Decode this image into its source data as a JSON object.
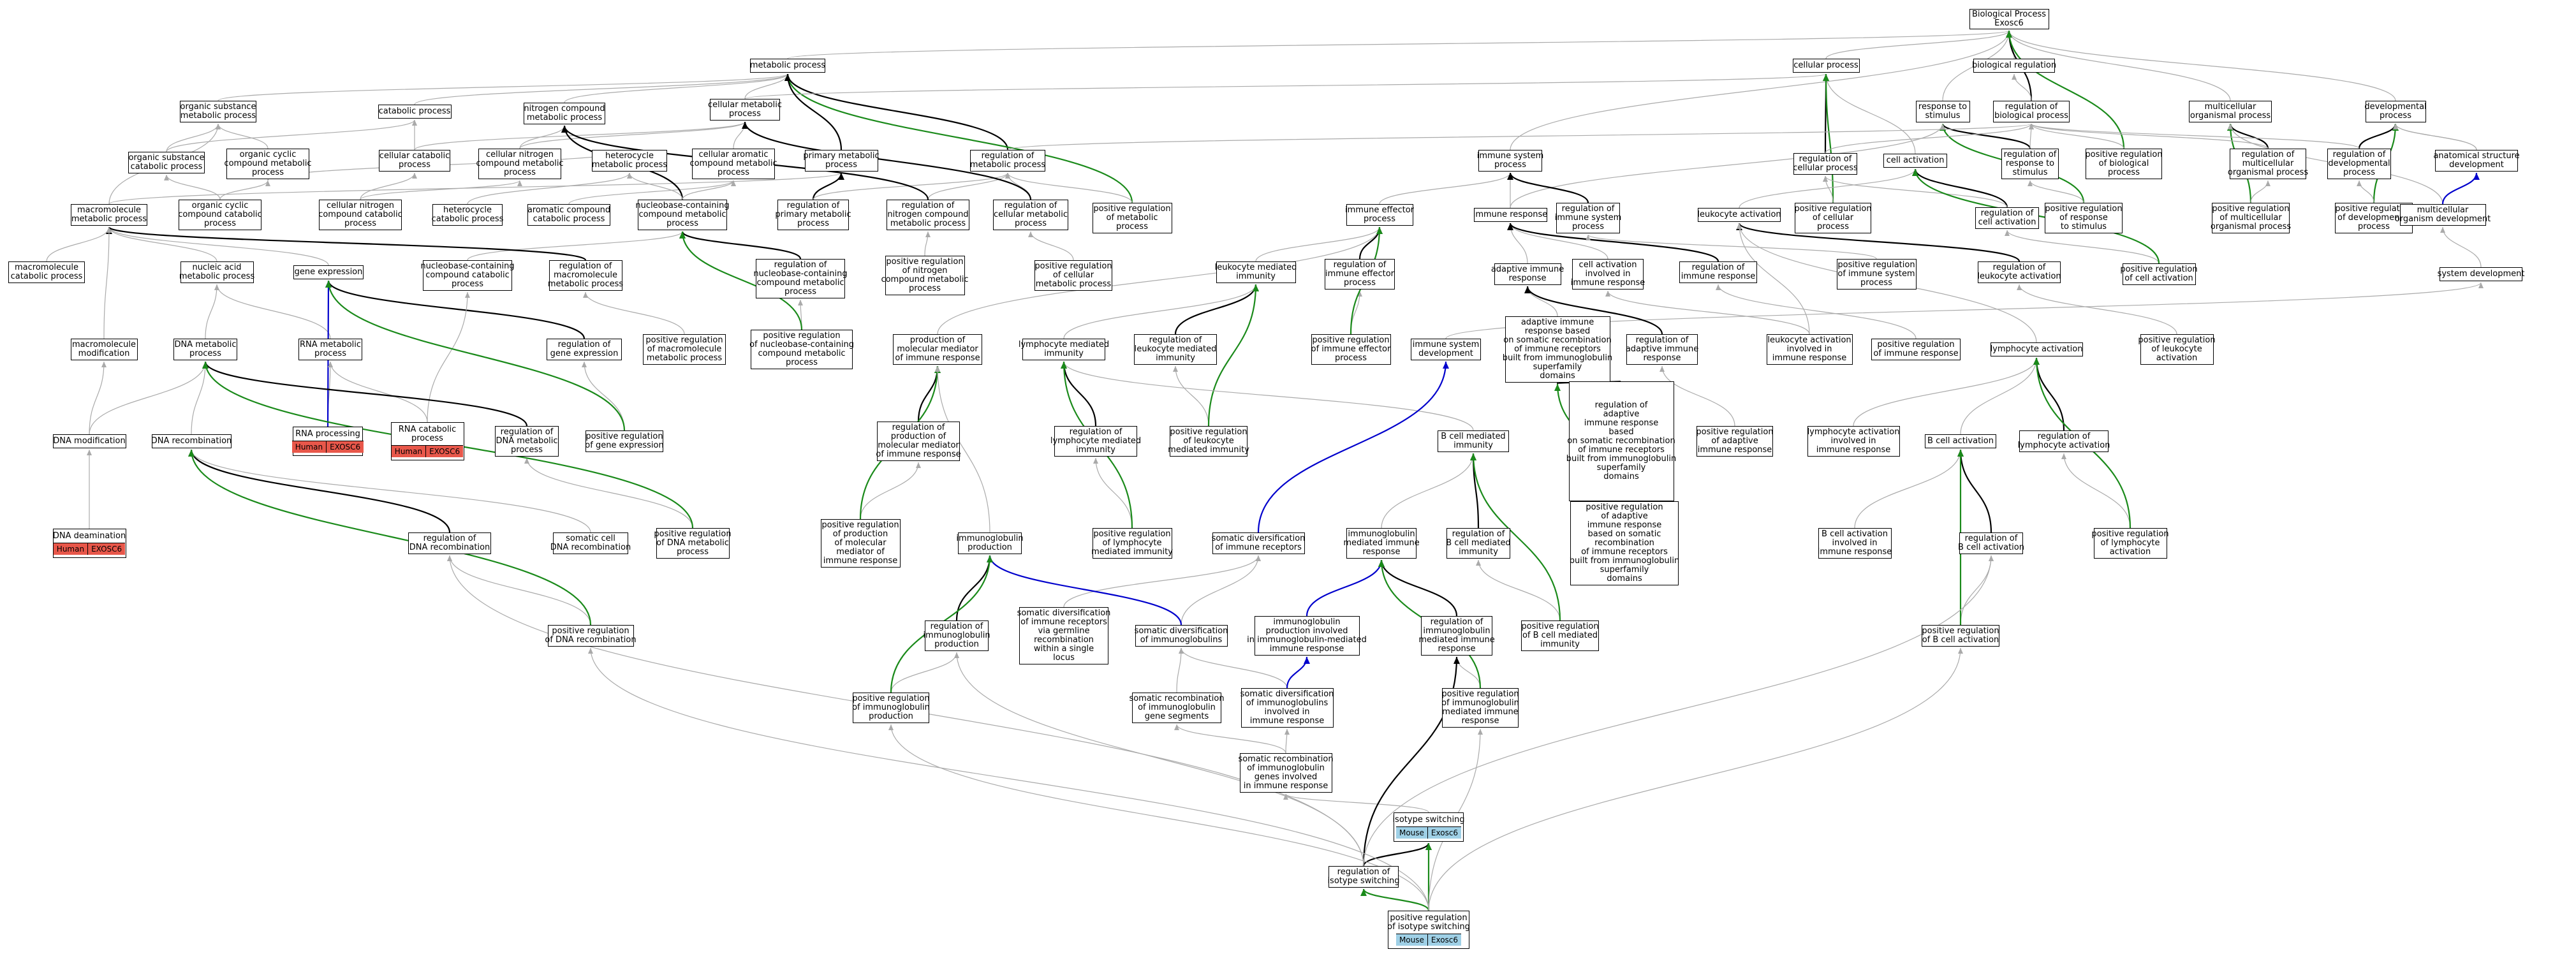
{
  "colors": {
    "grey_edge": "#aaaaaa",
    "black_edge": "#000000",
    "green_edge": "#1a8a1a",
    "blue_edge": "#0000cc",
    "human_tag": "#e8574a",
    "mouse_tag": "#9fd0e6"
  },
  "nodes": {
    "biological_process": {
      "label": "Biological Process\nExosc6"
    },
    "metabolic_process": {
      "label": "metabolic process"
    },
    "cellular_process": {
      "label": "cellular process"
    },
    "biological_regulation": {
      "label": "biological regulation"
    },
    "organic_substance_metabolic_process": {
      "label": "organic substance\nmetabolic process"
    },
    "catabolic_process": {
      "label": "catabolic process"
    },
    "nitrogen_compound_metabolic_process": {
      "label": "nitrogen compound\nmetabolic process"
    },
    "cellular_metabolic_process": {
      "label": "cellular metabolic\nprocess"
    },
    "response_to_stimulus": {
      "label": "response to\nstimulus"
    },
    "regulation_of_biological_process": {
      "label": "regulation of\nbiological process"
    },
    "multicellular_organismal_process": {
      "label": "multicellular\norganismal process"
    },
    "developmental_process": {
      "label": "developmental\nprocess"
    },
    "organic_substance_catabolic_process": {
      "label": "organic substance\ncatabolic process"
    },
    "organic_cyclic_compound_metabolic_process": {
      "label": "organic cyclic\ncompound metabolic\nprocess"
    },
    "cellular_catabolic_process": {
      "label": "cellular catabolic\nprocess"
    },
    "cellular_nitrogen_compound_metabolic_process": {
      "label": "cellular nitrogen\ncompound metabolic\nprocess"
    },
    "heterocycle_metabolic_process": {
      "label": "heterocycle\nmetabolic process"
    },
    "cellular_aromatic_compound_metabolic_process": {
      "label": "cellular aromatic\ncompound metabolic\nprocess"
    },
    "primary_metabolic_process": {
      "label": "primary metabolic\nprocess"
    },
    "regulation_of_metabolic_process": {
      "label": "regulation of\nmetabolic process"
    },
    "immune_system_process": {
      "label": "immune system\nprocess"
    },
    "regulation_of_cellular_process": {
      "label": "regulation of\ncellular process"
    },
    "cell_activation": {
      "label": "cell activation"
    },
    "regulation_of_response_to_stimulus": {
      "label": "regulation of\nresponse to\nstimulus"
    },
    "positive_regulation_of_biological_process": {
      "label": "positive regulation\nof biological\nprocess"
    },
    "regulation_of_multicellular_organismal_process": {
      "label": "regulation of\nmulticellular\norganismal process"
    },
    "regulation_of_developmental_process": {
      "label": "regulation of\ndevelopmental\nprocess"
    },
    "anatomical_structure_development": {
      "label": "anatomical structure\ndevelopment"
    },
    "macromolecule_metabolic_process": {
      "label": "macromolecule\nmetabolic process"
    },
    "organic_cyclic_compound_catabolic_process": {
      "label": "organic cyclic\ncompound catabolic\nprocess"
    },
    "cellular_nitrogen_compound_catabolic_process": {
      "label": "cellular nitrogen\ncompound catabolic\nprocess"
    },
    "heterocycle_catabolic_process": {
      "label": "heterocycle\ncatabolic process"
    },
    "aromatic_compound_catabolic_process": {
      "label": "aromatic compound\ncatabolic process"
    },
    "nucleobase_containing_compound_metabolic_process": {
      "label": "nucleobase-containing\ncompound metabolic\nprocess"
    },
    "regulation_of_primary_metabolic_process": {
      "label": "regulation of\nprimary metabolic\nprocess"
    },
    "regulation_of_nitrogen_compound_metabolic_process": {
      "label": "regulation of\nnitrogen compound\nmetabolic process"
    },
    "regulation_of_cellular_metabolic_process": {
      "label": "regulation of\ncellular metabolic\nprocess"
    },
    "positive_regulation_of_metabolic_process": {
      "label": "positive regulation\nof metabolic\nprocess"
    },
    "immune_effector_process": {
      "label": "immune effector\nprocess"
    },
    "immune_response": {
      "label": "immune response"
    },
    "regulation_of_immune_system_process": {
      "label": "regulation of\nimmune system\nprocess"
    },
    "positive_regulation_of_cellular_process": {
      "label": "positive regulation\nof cellular\nprocess"
    },
    "leukocyte_activation": {
      "label": "leukocyte activation"
    },
    "regulation_of_cell_activation": {
      "label": "regulation of\ncell activation"
    },
    "positive_regulation_of_response_to_stimulus": {
      "label": "positive regulation\nof response\nto stimulus"
    },
    "positive_regulation_of_multicellular_organismal_process": {
      "label": "positive regulation\nof multicellular\norganismal process"
    },
    "positive_regulation_of_developmental_process": {
      "label": "positive regulation\nof developmental\nprocess"
    },
    "multicellular_organism_development": {
      "label": "multicellular\norganism development"
    },
    "macromolecule_catabolic_process": {
      "label": "macromolecule\ncatabolic process"
    },
    "nucleic_acid_metabolic_process": {
      "label": "nucleic acid\nmetabolic process"
    },
    "gene_expression": {
      "label": "gene expression"
    },
    "nucleobase_containing_compound_catabolic_process": {
      "label": "nucleobase-containing\ncompound catabolic\nprocess"
    },
    "regulation_of_macromolecule_metabolic_process": {
      "label": "regulation of\nmacromolecule\nmetabolic process"
    },
    "regulation_of_nucleobase_containing_compound_metabolic_process": {
      "label": "regulation of\nnucleobase-containing\ncompound metabolic\nprocess"
    },
    "positive_regulation_of_nitrogen_compound_metabolic_process": {
      "label": "positive regulation\nof nitrogen\ncompound metabolic\nprocess"
    },
    "positive_regulation_of_cellular_metabolic_process": {
      "label": "positive regulation\nof cellular\nmetabolic process"
    },
    "leukocyte_mediated_immunity": {
      "label": "leukocyte mediated\nimmunity"
    },
    "regulation_of_immune_effector_process": {
      "label": "regulation of\nimmune effector\nprocess"
    },
    "adaptive_immune_response": {
      "label": "adaptive immune\nresponse"
    },
    "cell_activation_involved_in_immune_response": {
      "label": "cell activation\ninvolved in\nimmune response"
    },
    "regulation_of_immune_response": {
      "label": "regulation of\nimmune response"
    },
    "positive_regulation_of_immune_system_process": {
      "label": "positive regulation\nof immune system\nprocess"
    },
    "regulation_of_leukocyte_activation": {
      "label": "regulation of\nleukocyte activation"
    },
    "positive_regulation_of_cell_activation": {
      "label": "positive regulation\nof cell activation"
    },
    "system_development": {
      "label": "system development"
    },
    "macromolecule_modification": {
      "label": "macromolecule\nmodification"
    },
    "dna_metabolic_process": {
      "label": "DNA metabolic\nprocess"
    },
    "rna_metabolic_process": {
      "label": "RNA metabolic\nprocess"
    },
    "regulation_of_gene_expression": {
      "label": "regulation of\ngene expression"
    },
    "positive_regulation_of_macromolecule_metabolic_process": {
      "label": "positive regulation\nof macromolecule\nmetabolic process"
    },
    "positive_regulation_of_nucleobase_containing_compound_metabolic_process": {
      "label": "positive regulation\nof nucleobase-containing\ncompound metabolic\nprocess"
    },
    "production_of_molecular_mediator_of_immune_response": {
      "label": "production of\nmolecular mediator\nof immune response"
    },
    "lymphocyte_mediated_immunity": {
      "label": "lymphocyte mediated\nimmunity"
    },
    "regulation_of_leukocyte_mediated_immunity": {
      "label": "regulation of\nleukocyte mediated\nimmunity"
    },
    "positive_regulation_of_immune_effector_process": {
      "label": "positive regulation\nof immune effector\nprocess"
    },
    "immune_system_development": {
      "label": "immune system\ndevelopment"
    },
    "adaptive_immune_response_based_on_somatic_recombination": {
      "label": "adaptive immune\nresponse based\non somatic recombination\nof immune receptors\nbuilt from immunoglobulin\nsuperfamily\ndomains"
    },
    "regulation_of_adaptive_immune_response": {
      "label": "regulation of\nadaptive immune\nresponse"
    },
    "leukocyte_activation_involved_in_immune_response": {
      "label": "leukocyte activation\ninvolved in\nimmune response"
    },
    "positive_regulation_of_immune_response": {
      "label": "positive regulation\nof immune response"
    },
    "lymphocyte_activation": {
      "label": "lymphocyte activation"
    },
    "positive_regulation_of_leukocyte_activation": {
      "label": "positive regulation\nof leukocyte\nactivation"
    },
    "dna_modification": {
      "label": "DNA modification"
    },
    "dna_recombination": {
      "label": "DNA recombination"
    },
    "rna_processing": {
      "label": "RNA processing",
      "tags": [
        "Human",
        "EXOSC6"
      ]
    },
    "rna_catabolic_process": {
      "label": "RNA catabolic\nprocess",
      "tags": [
        "Human",
        "EXOSC6"
      ]
    },
    "regulation_of_dna_metabolic_process": {
      "label": "regulation of\nDNA metabolic\nprocess"
    },
    "positive_regulation_of_gene_expression": {
      "label": "positive regulation\nof gene expression"
    },
    "regulation_of_production_of_molecular_mediator_of_immune_response": {
      "label": "regulation of\nproduction of\nmolecular mediator\nof immune response"
    },
    "regulation_of_lymphocyte_mediated_immunity": {
      "label": "regulation of\nlymphocyte mediated\nimmunity"
    },
    "positive_regulation_of_leukocyte_mediated_immunity": {
      "label": "positive regulation\nof leukocyte\nmediated immunity"
    },
    "b_cell_mediated_immunity": {
      "label": "B cell mediated\nimmunity"
    },
    "regulation_of_adaptive_immune_response_based_on_somatic_recombination": {
      "label": "regulation of\nadaptive\nimmune response\nbased\non somatic recombination\nof immune receptors\nbuilt from immunoglobulin\nsuperfamily\ndomains"
    },
    "positive_regulation_of_adaptive_immune_response": {
      "label": "positive regulation\nof adaptive\nimmune response"
    },
    "lymphocyte_activation_involved_in_immune_response": {
      "label": "lymphocyte activation\ninvolved in\nimmune response"
    },
    "b_cell_activation": {
      "label": "B cell activation"
    },
    "regulation_of_lymphocyte_activation": {
      "label": "regulation of\nlymphocyte activation"
    },
    "dna_deamination": {
      "label": "DNA deamination",
      "tags": [
        "Human",
        "EXOSC6"
      ]
    },
    "regulation_of_dna_recombination": {
      "label": "regulation of\nDNA recombination"
    },
    "somatic_cell_dna_recombination": {
      "label": "somatic cell\nDNA recombination"
    },
    "positive_regulation_of_dna_metabolic_process": {
      "label": "positive regulation\nof DNA metabolic\nprocess"
    },
    "positive_regulation_of_production_of_molecular_mediator_of_immune_response": {
      "label": "positive regulation\nof production\nof molecular\nmediator of\nimmune response"
    },
    "immunoglobulin_production": {
      "label": "immunoglobulin\nproduction"
    },
    "positive_regulation_of_lymphocyte_mediated_immunity": {
      "label": "positive regulation\nof lymphocyte\nmediated immunity"
    },
    "somatic_diversification_of_immune_receptors": {
      "label": "somatic diversification\nof immune receptors"
    },
    "immunoglobulin_mediated_immune_response": {
      "label": "immunoglobulin\nmediated immune\nresponse"
    },
    "regulation_of_b_cell_mediated_immunity": {
      "label": "regulation of\nB cell mediated\nimmunity"
    },
    "positive_regulation_of_regulation_of_adaptive_immune_response_based_on_somatic": {
      "label": "positive regulation\nof adaptive\nimmune response\nbased on somatic\nrecombination\nof immune receptors\nbuilt from immunoglobulin\nsuperfamily\ndomains"
    },
    "b_cell_activation_involved_in_immune_response": {
      "label": "B cell activation\ninvolved in\nimmune response"
    },
    "regulation_of_b_cell_activation": {
      "label": "regulation of\nB cell activation"
    },
    "positive_regulation_of_lymphocyte_activation": {
      "label": "positive regulation\nof lymphocyte\nactivation"
    },
    "positive_regulation_of_dna_recombination": {
      "label": "positive regulation\nof DNA recombination"
    },
    "regulation_of_immunoglobulin_production": {
      "label": "regulation of\nimmunoglobulin\nproduction"
    },
    "somatic_diversification_of_immune_receptors_via_germline_recombination": {
      "label": "somatic diversification\nof immune receptors\nvia germline\nrecombination\nwithin a single\nlocus"
    },
    "somatic_diversification_of_immunoglobulins": {
      "label": "somatic diversification\nof immunoglobulins"
    },
    "immunoglobulin_production_involved_in_immunoglobulin_mediated_immune_response": {
      "label": "immunoglobulin\nproduction involved\nin immunoglobulin-mediated\nimmune response"
    },
    "regulation_of_immunoglobulin_mediated_immune_response": {
      "label": "regulation of\nimmunoglobulin\nmediated immune\nresponse"
    },
    "positive_regulation_of_b_cell_mediated_immunity": {
      "label": "positive regulation\nof B cell mediated\nimmunity"
    },
    "positive_regulation_of_b_cell_activation": {
      "label": "positive regulation\nof B cell activation"
    },
    "positive_regulation_of_immunoglobulin_production": {
      "label": "positive regulation\nof immunoglobulin\nproduction"
    },
    "somatic_recombination_of_immunoglobulin_gene_segments": {
      "label": "somatic recombination\nof immunoglobulin\ngene segments"
    },
    "somatic_diversification_of_immunoglobulins_involved_in_immune_response": {
      "label": "somatic diversification\nof immunoglobulins\ninvolved in\nimmune response"
    },
    "positive_regulation_of_immunoglobulin_mediated_immune_response": {
      "label": "positive regulation\nof immunoglobulin\nmediated immune\nresponse"
    },
    "somatic_recombination_of_immunoglobulin_genes_involved_in_immune_response": {
      "label": "somatic recombination\nof immunoglobulin\ngenes involved\nin immune response"
    },
    "isotype_switching": {
      "label": "isotype switching",
      "tags": [
        "Mouse",
        "Exosc6"
      ]
    },
    "regulation_of_isotype_switching": {
      "label": "regulation of\nisotype switching"
    },
    "positive_regulation_of_isotype_switching": {
      "label": "positive regulation\nof isotype switching",
      "tags": [
        "Mouse",
        "Exosc6"
      ]
    }
  }
}
